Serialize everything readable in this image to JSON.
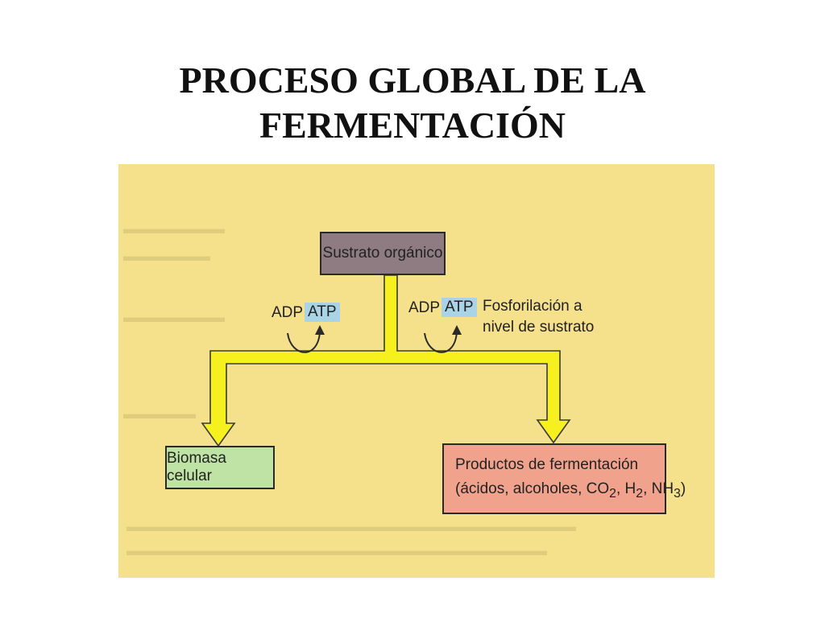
{
  "title": {
    "line1": "PROCESO GLOBAL DE LA",
    "line2": "FERMENTACIÓN"
  },
  "diagram": {
    "substrate": "Sustrato orgánico",
    "adp_left": "ADP",
    "atp_left": "ATP",
    "adp_right": "ADP",
    "atp_right": "ATP",
    "phosphorylation_line1": "Fosforilación a",
    "phosphorylation_line2": "nivel de sustrato",
    "biomass": "Biomasa celular",
    "products_line1": "Productos de fermentación",
    "products_line2_prefix": "(ácidos, alcoholes, CO",
    "co2_sub": "2",
    "h2_text": ", H",
    "h2_sub": "2",
    "nh3_text": ", NH",
    "nh3_sub": "3",
    "products_close": ")"
  },
  "colors": {
    "panel": "#f5e08c",
    "arrow_fill": "#f5f01e",
    "substrate_box": "#8e7c82",
    "biomass_box": "#bfe3a4",
    "products_box": "#f0a28c",
    "atp_highlight": "#a8d4e6"
  }
}
